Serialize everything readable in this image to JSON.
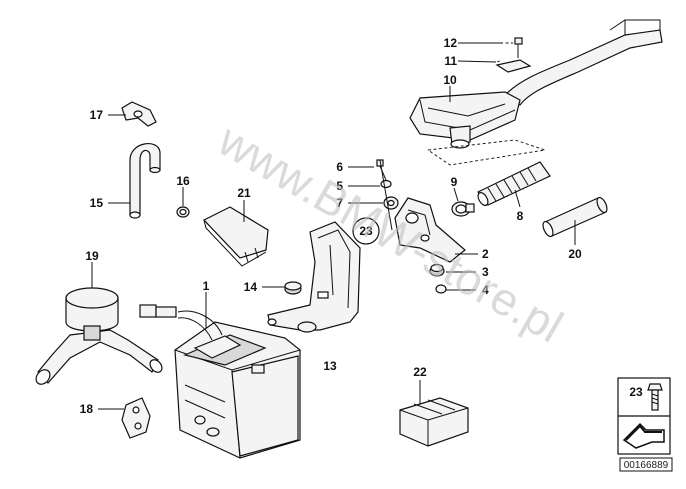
{
  "watermark": "www.BMW-store.pl",
  "diagram_code": "00166889",
  "legend_ref": "23",
  "callouts": {
    "c1": "1",
    "c2": "2",
    "c3": "3",
    "c4": "4",
    "c5": "5",
    "c6": "6",
    "c7": "7",
    "c8": "8",
    "c9": "9",
    "c10": "10",
    "c11": "11",
    "c12": "12",
    "c13": "13",
    "c14": "14",
    "c15": "15",
    "c16": "16",
    "c17": "17",
    "c18": "18",
    "c19": "19",
    "c20": "20",
    "c21": "21",
    "c22": "22",
    "c23": "23"
  }
}
